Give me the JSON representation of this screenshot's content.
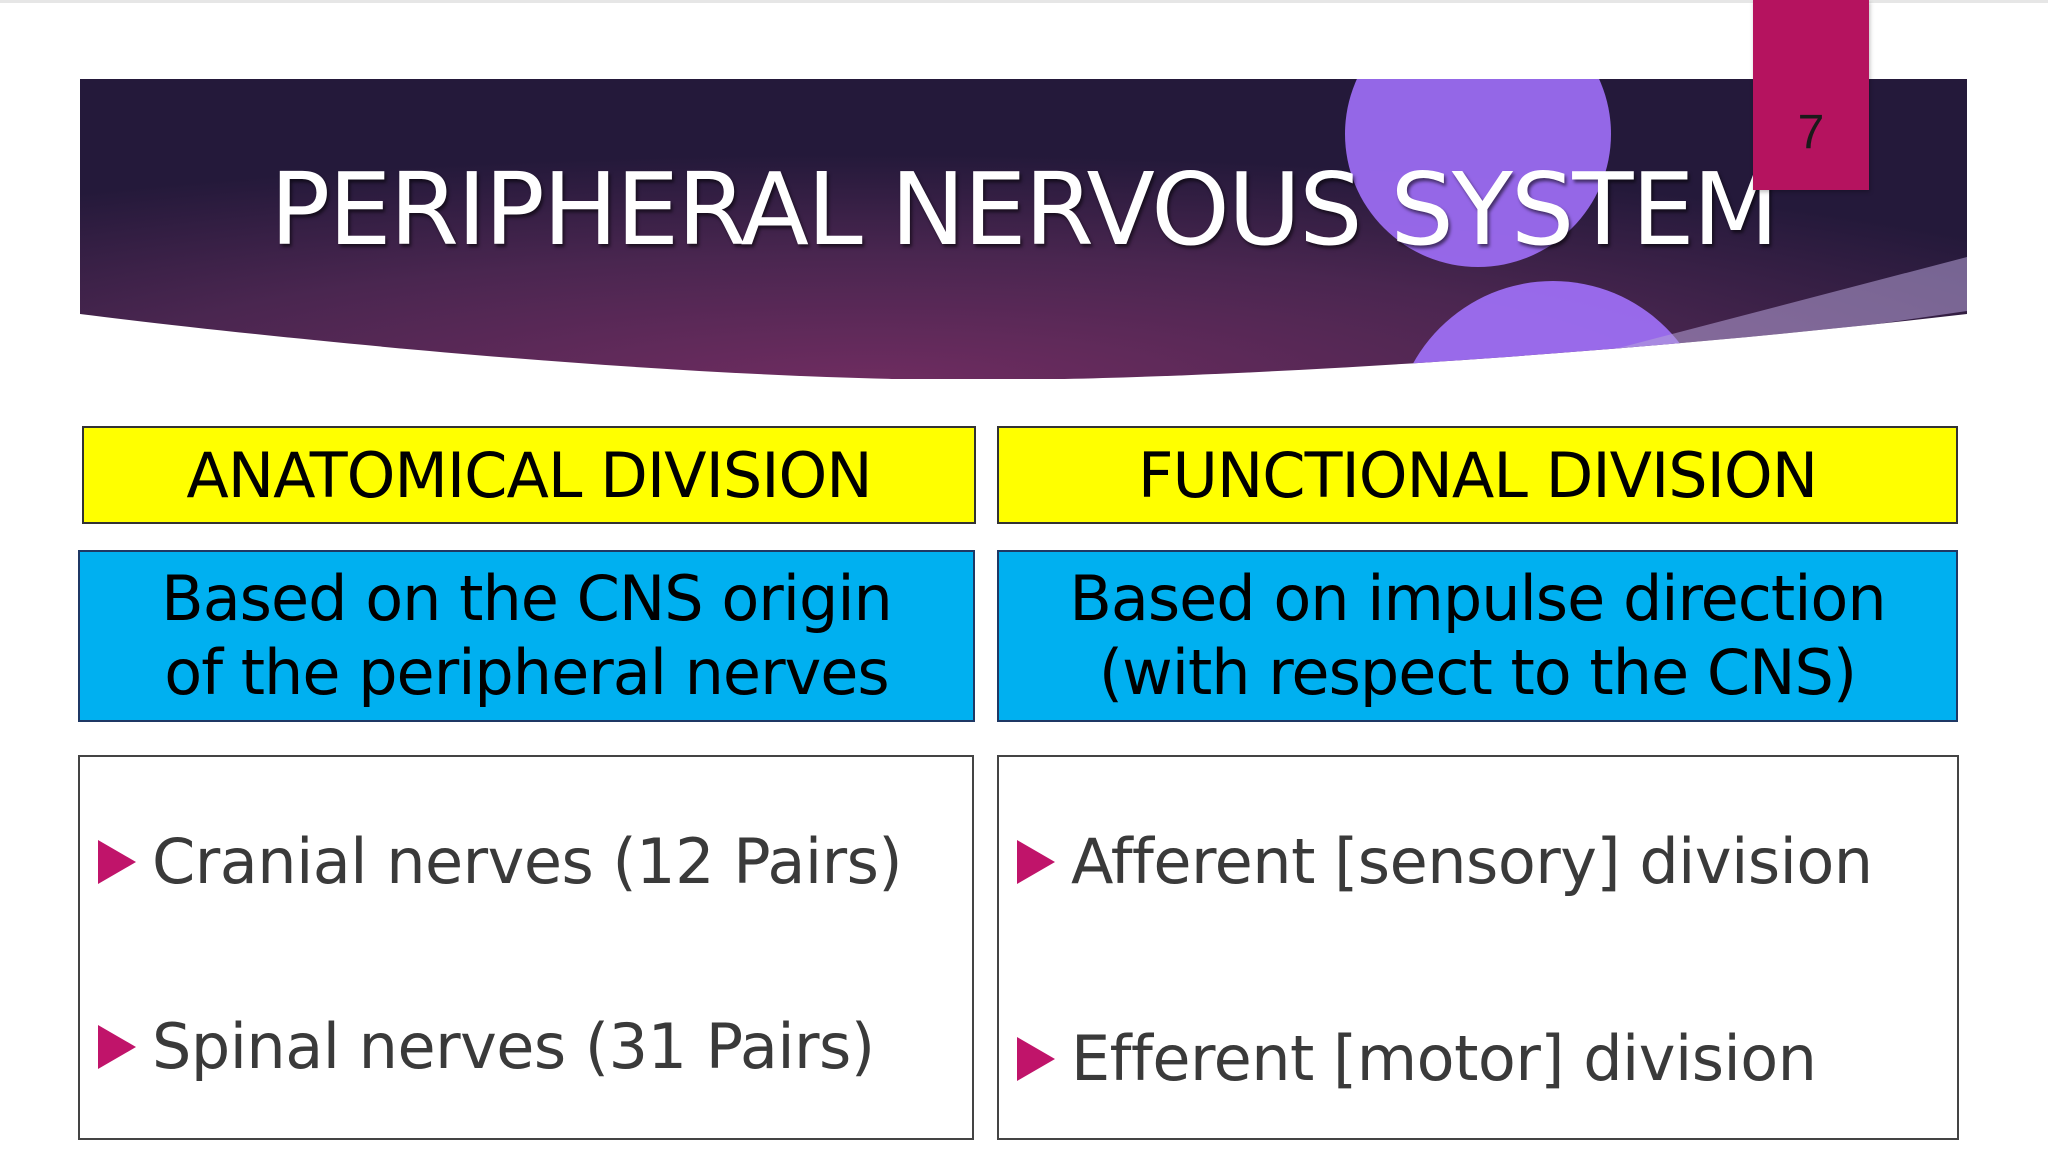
{
  "slide": {
    "number": "7",
    "title": "PERIPHERAL NERVOUS SYSTEM"
  },
  "anatomical": {
    "heading": "ANATOMICAL DIVISION",
    "description_line1": "Based on the CNS origin",
    "description_line2": "of the peripheral nerves",
    "bullets": [
      "Cranial nerves (12 Pairs)",
      "Spinal nerves (31 Pairs)"
    ]
  },
  "functional": {
    "heading": "FUNCTIONAL DIVISION",
    "description_line1": "Based on impulse direction",
    "description_line2": "(with respect to the CNS)",
    "bullets": [
      "Afferent [sensory] division",
      "Efferent [motor] division"
    ]
  },
  "colors": {
    "banner_dark": "#2a1c3e",
    "banner_mid": "#6a2a5e",
    "circle": "#9d6cf0",
    "slide_number_tab": "#b5135f",
    "heading_fill": "#ffff00",
    "description_fill": "#00b0f0",
    "bullet_marker": "#c0146a"
  },
  "icons": {
    "bullet": "right-triangle-bullet-icon"
  }
}
